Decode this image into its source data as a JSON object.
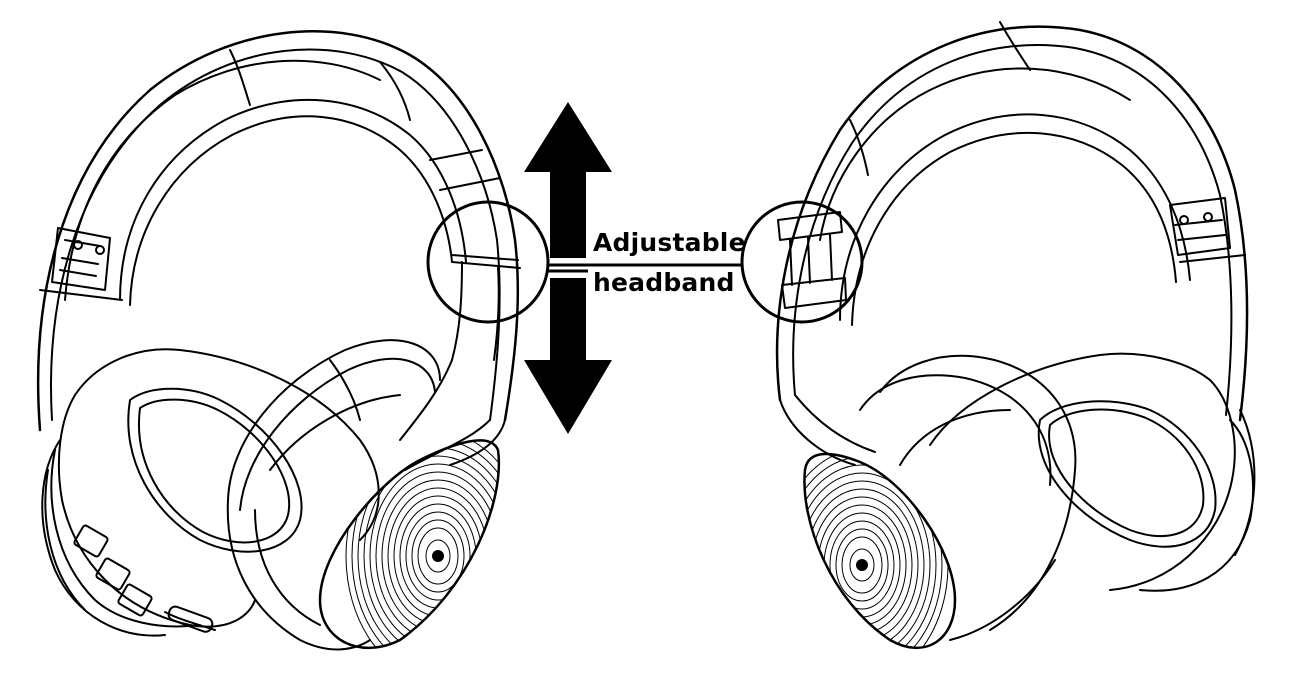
{
  "callout": {
    "line1": "Adjustable",
    "line2": "headband"
  },
  "colors": {
    "ink": "#000000",
    "paper": "#ffffff"
  },
  "icons": [
    "headphones-left-view",
    "headphones-right-view",
    "double-arrow-vertical",
    "callout-circle"
  ]
}
